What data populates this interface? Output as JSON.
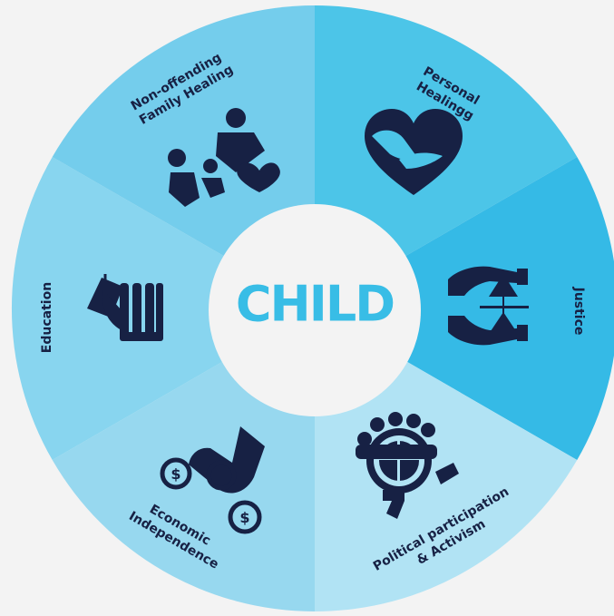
{
  "center": {
    "label": "CHILD"
  },
  "colors": {
    "background": "#f3f3f3",
    "icon": "#172144",
    "center_fill": "#f3f3f3",
    "center_text": "#38bde6"
  },
  "segments": [
    {
      "id": "personal-healing",
      "lines": [
        "Personal",
        "Healingg"
      ],
      "color": "#4cc5e8",
      "icon": "heart-hands-icon"
    },
    {
      "id": "justice",
      "lines": [
        "Justice"
      ],
      "color": "#35bae6",
      "icon": "scales-hands-icon"
    },
    {
      "id": "political-participation",
      "lines": [
        "Political participation",
        "& Activism"
      ],
      "color": "#b1e3f4",
      "icon": "globe-people-icon"
    },
    {
      "id": "economic-independence",
      "lines": [
        "Economic",
        "Independence"
      ],
      "color": "#97d8ef",
      "icon": "money-hand-icon"
    },
    {
      "id": "education",
      "lines": [
        "Education"
      ],
      "color": "#88d5ef",
      "icon": "graduation-books-icon"
    },
    {
      "id": "family-healing",
      "lines": [
        "Non-offending",
        "Family Healing"
      ],
      "color": "#74cdec",
      "icon": "family-heart-icon"
    }
  ]
}
